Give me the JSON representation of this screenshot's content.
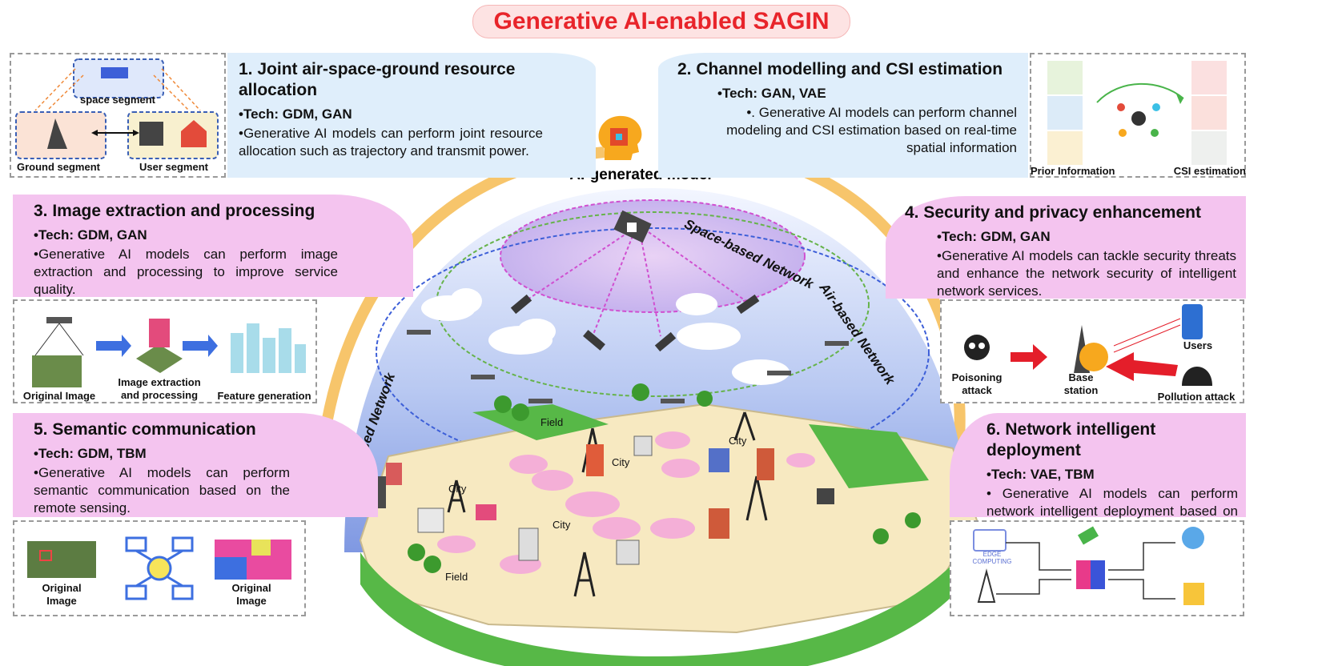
{
  "title": "Generative AI-enabled SAGIN",
  "center": {
    "model_label": "AI-generated model",
    "space_network": "Space-based Network",
    "air_network": "Air-based Network",
    "ground_network": "Ground-based Network",
    "field_labels": [
      "Field",
      "Field"
    ],
    "city_labels": [
      "City",
      "City",
      "City",
      "City"
    ]
  },
  "panels": {
    "p1": {
      "title": "1. Joint air-space-ground resource allocation",
      "tech": "•Tech: GDM, GAN",
      "desc": "•Generative AI models can perform joint resource allocation such as trajectory and transmit power."
    },
    "p2": {
      "title": "2. Channel modelling and CSI estimation",
      "tech": "•Tech: GAN, VAE",
      "desc": "•. Generative AI models can perform channel modeling and CSI estimation based on real-time spatial information"
    },
    "p3": {
      "title": "3. Image extraction and processing",
      "tech": "•Tech: GDM, GAN",
      "desc": "•Generative AI models can perform image extraction and processing to improve service quality."
    },
    "p4": {
      "title": "4. Security and privacy enhancement",
      "tech": "•Tech: GDM, GAN",
      "desc": "•Generative AI models can tackle security threats and enhance the network security of intelligent network services."
    },
    "p5": {
      "title": "5. Semantic communication",
      "tech": "•Tech: GDM, TBM",
      "desc": "•Generative AI models can perform semantic communication based on the remote sensing."
    },
    "p6": {
      "title": "6. Network intelligent deployment",
      "tech": "•Tech: VAE, TBM",
      "desc": "• Generative AI models can perform network intelligent deployment based on real data and conditions."
    }
  },
  "segments": {
    "space": "space segment",
    "ground": "Ground segment",
    "user": "User segment"
  },
  "csi": {
    "prior": "Prior Information",
    "estimation": "CSI estimation"
  },
  "image_proc": {
    "original": "Original Image",
    "extraction_line1": "Image extraction",
    "extraction_line2": "and processing",
    "feature": "Feature generation"
  },
  "security": {
    "poisoning_line1": "Poisoning",
    "poisoning_line2": "attack",
    "base_line1": "Base",
    "base_line2": "station",
    "users": "Users",
    "pollution": "Pollution attack"
  },
  "semantic": {
    "left_line1": "Original",
    "left_line2": "Image",
    "right_line1": "Original",
    "right_line2": "Image"
  },
  "deployment": {
    "edge_line1": "EDGE",
    "edge_line2": "COMPUTING"
  },
  "colors": {
    "title_red": "#e8242a",
    "panel_blue": "#dfeefb",
    "panel_pink": "#f4c4ef",
    "arrow_orange": "#f7c56b",
    "grass": "#57b847"
  }
}
